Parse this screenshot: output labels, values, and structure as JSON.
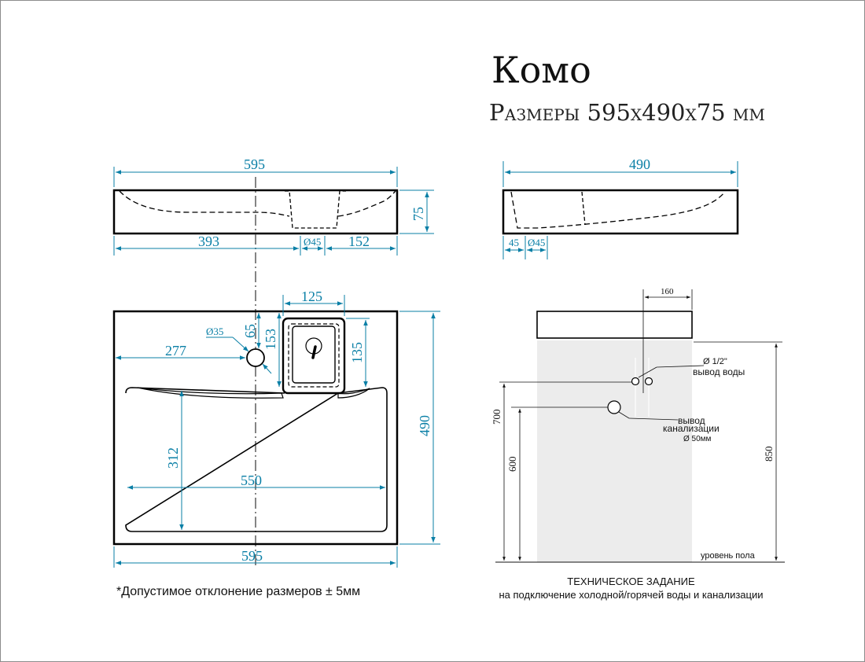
{
  "header": {
    "title": "Комо",
    "subtitle": "Размеры 595х490х75 мм"
  },
  "colors": {
    "dimension": "#0a7fa6",
    "outline": "#000000",
    "wall": "#ececec"
  },
  "top_side_view": {
    "width_label": "595",
    "height_label": "75",
    "left_offset_label": "393",
    "drain_label": "Ø45",
    "right_offset_label": "152"
  },
  "right_side_view": {
    "depth_label": "490",
    "offset_label": "45",
    "drain_label": "Ø45"
  },
  "plan_view": {
    "ledge_width_label": "125",
    "hole_label": "Ø35",
    "hole_y_label": "65",
    "ledge_depth_label": "153",
    "hole_x_label": "277",
    "inner_ledge_label": "135",
    "depth_label": "490",
    "bowl_depth_label": "312",
    "bowl_width_label": "550",
    "bottom_width_label": "595"
  },
  "installation": {
    "top_offset_label": "160",
    "water_pipe_label": "Ø 1/2\"",
    "water_outlet_label": "вывод воды",
    "water_height_label": "700",
    "drain_height_label": "600",
    "drain_outlet_label_1": "вывод",
    "drain_outlet_label_2": "канализации",
    "drain_diameter_label": "Ø 50мм",
    "counter_height_label": "850",
    "floor_label": "уровень пола"
  },
  "notes": {
    "tolerance": "*Допустимое отклонение размеров ± 5мм",
    "spec_title": "ТЕХНИЧЕСКОЕ ЗАДАНИЕ",
    "spec_subtitle": "на подключение холодной/горячей воды и канализации"
  }
}
